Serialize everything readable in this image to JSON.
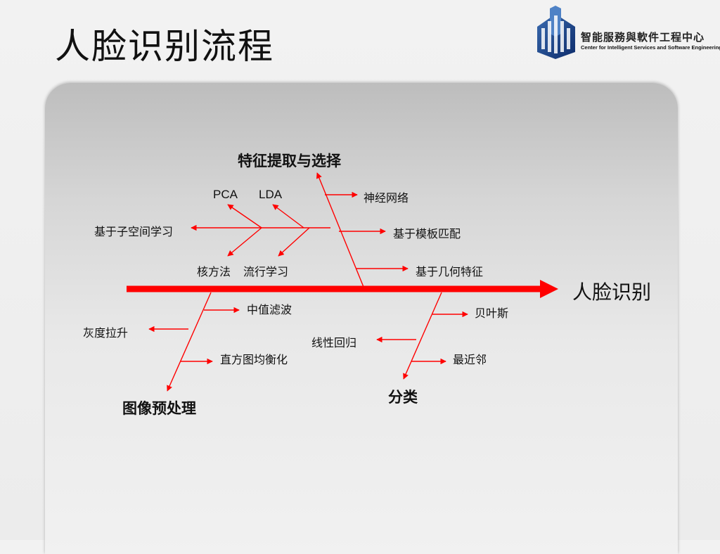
{
  "page_title": "人脸识别流程",
  "logo": {
    "cn": "智能服務與軟件工程中心",
    "en": "Center for Intelligent Services and Software Engineering"
  },
  "diagram": {
    "head": "人脸识别",
    "bones": {
      "feature": "特征提取与选择",
      "preprocess": "图像预处理",
      "classify": "分类"
    },
    "labels": {
      "pca": "PCA",
      "lda": "LDA",
      "subspace": "基于子空间学习",
      "kernel": "核方法",
      "manifold": "流行学习",
      "neural": "神经网络",
      "template": "基于模板匹配",
      "geometry": "基于几何特征",
      "median": "中值滤波",
      "gray": "灰度拉升",
      "histeq": "直方图均衡化",
      "bayes": "贝叶斯",
      "linear": "线性回归",
      "knn": "最近邻"
    },
    "colors": {
      "line": "#ff0000",
      "text": "#111111"
    }
  }
}
